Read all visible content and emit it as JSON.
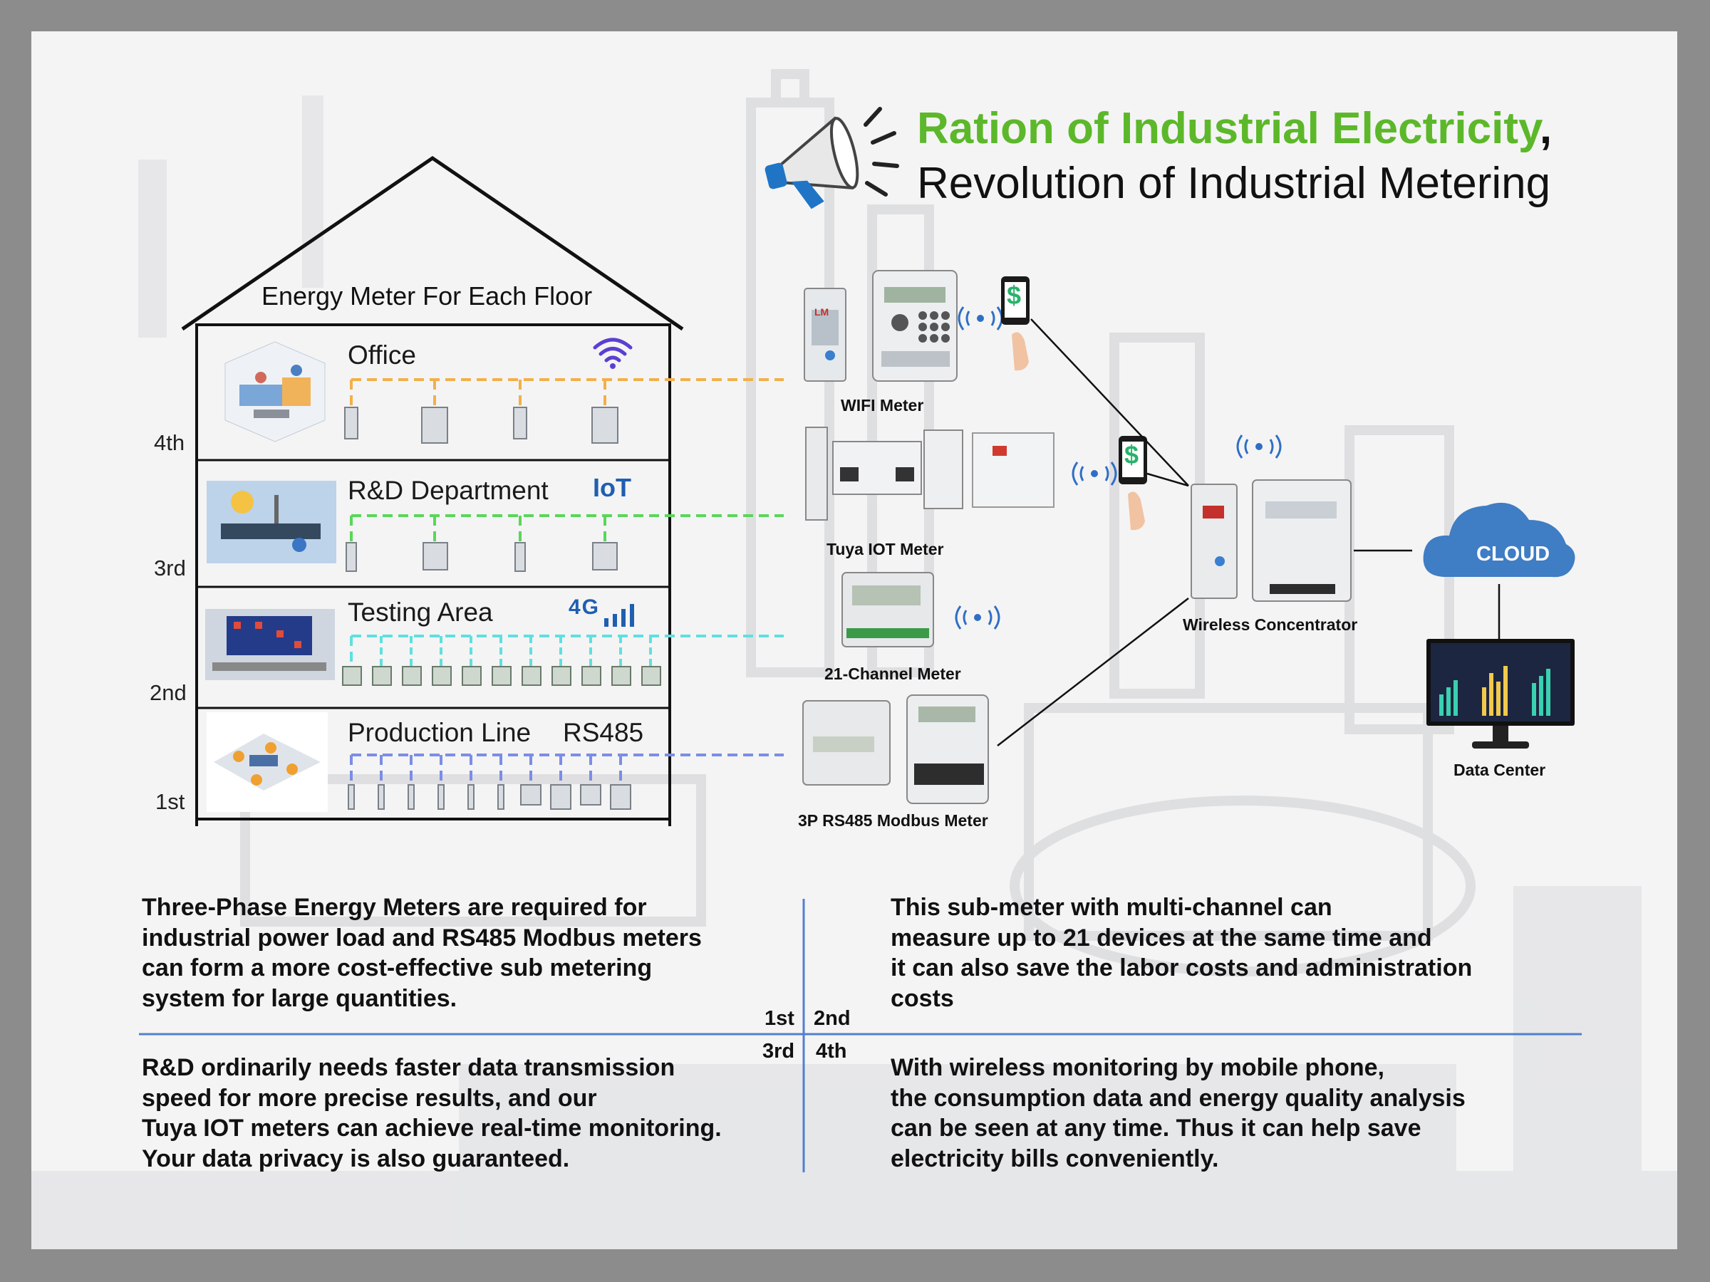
{
  "header": {
    "title_green": "Ration of Industrial Electricity",
    "title_comma": ",",
    "title_line2": "Revolution of Industrial Metering"
  },
  "house": {
    "title": "Energy Meter For Each Floor",
    "floors": [
      {
        "level": "4th",
        "room": "Office",
        "comm": "wifi-icon",
        "color": "#f2b04a"
      },
      {
        "level": "3rd",
        "room": "R&D Department",
        "comm": "IoT",
        "color": "#5ad65a"
      },
      {
        "level": "2nd",
        "room": "Testing Area",
        "comm": "4G",
        "color": "#5fe0e0"
      },
      {
        "level": "1st",
        "room": "Production Line",
        "comm": "RS485",
        "color": "#7b8de6"
      }
    ]
  },
  "devices": {
    "wifi_meter": "WIFI Meter",
    "tuya_meter": "Tuya IOT Meter",
    "channel_meter": "21-Channel Meter",
    "modbus_meter": "3P RS485 Modbus Meter",
    "concentrator": "Wireless Concentrator",
    "cloud": "CLOUD",
    "data_center": "Data Center",
    "phone_symbol": "$",
    "meter_brand": "LM"
  },
  "quadrants": {
    "labels": [
      "1st",
      "2nd",
      "3rd",
      "4th"
    ],
    "q1": [
      "Three-Phase Energy Meters are required for",
      "industrial power load and RS485 Modbus meters",
      "can form a more cost-effective sub metering",
      "system for large quantities."
    ],
    "q2": [
      "This sub-meter with multi-channel can",
      "measure up to 21 devices at the same time and",
      "it can also save the labor costs and administration",
      "costs"
    ],
    "q3": [
      "R&D ordinarily needs faster data transmission",
      "speed for more precise results, and our",
      "Tuya IOT meters can achieve real-time monitoring.",
      "Your data privacy is also guaranteed."
    ],
    "q4": [
      "With wireless monitoring by mobile phone,",
      "the consumption data and energy quality analysis",
      "can be seen at any time. Thus it can help save",
      "electricity bills conveniently."
    ]
  },
  "colors": {
    "title_green": "#5cb82a",
    "frame": "#8c8c8c",
    "panel": "#f4f4f4",
    "cloud_blue": "#3f7dc4",
    "divider_blue": "#4f7fd0"
  }
}
